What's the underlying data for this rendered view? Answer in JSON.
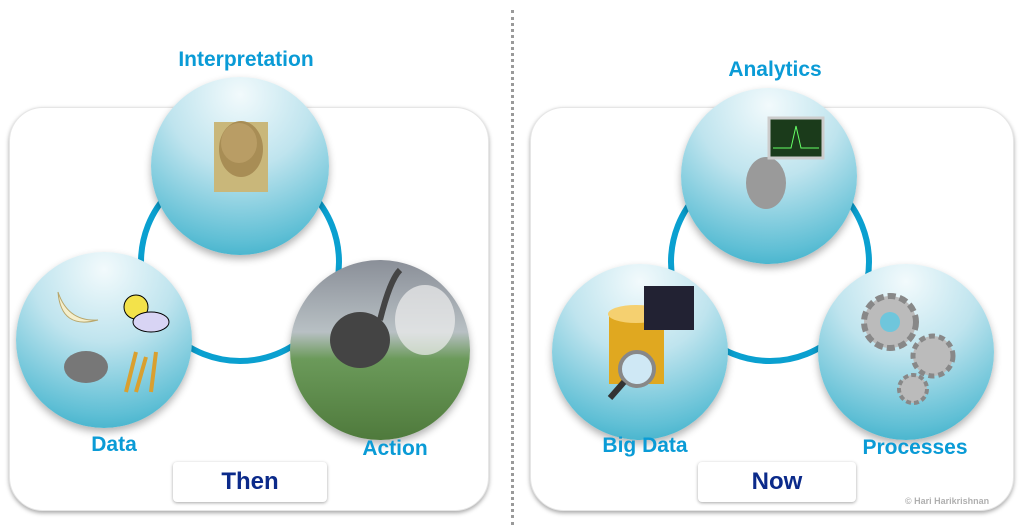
{
  "then": {
    "top_label": "Interpretation",
    "left_label": "Data",
    "right_label": "Action",
    "tag": "Then"
  },
  "now": {
    "top_label": "Analytics",
    "left_label": "Big Data",
    "right_label": "Processes",
    "tag": "Now"
  },
  "copyright": "© Hari Harikrishnan",
  "colors": {
    "accent": "#0a9bd6",
    "ring": "#0aa0d0",
    "tag_text": "#0b2a8a"
  }
}
